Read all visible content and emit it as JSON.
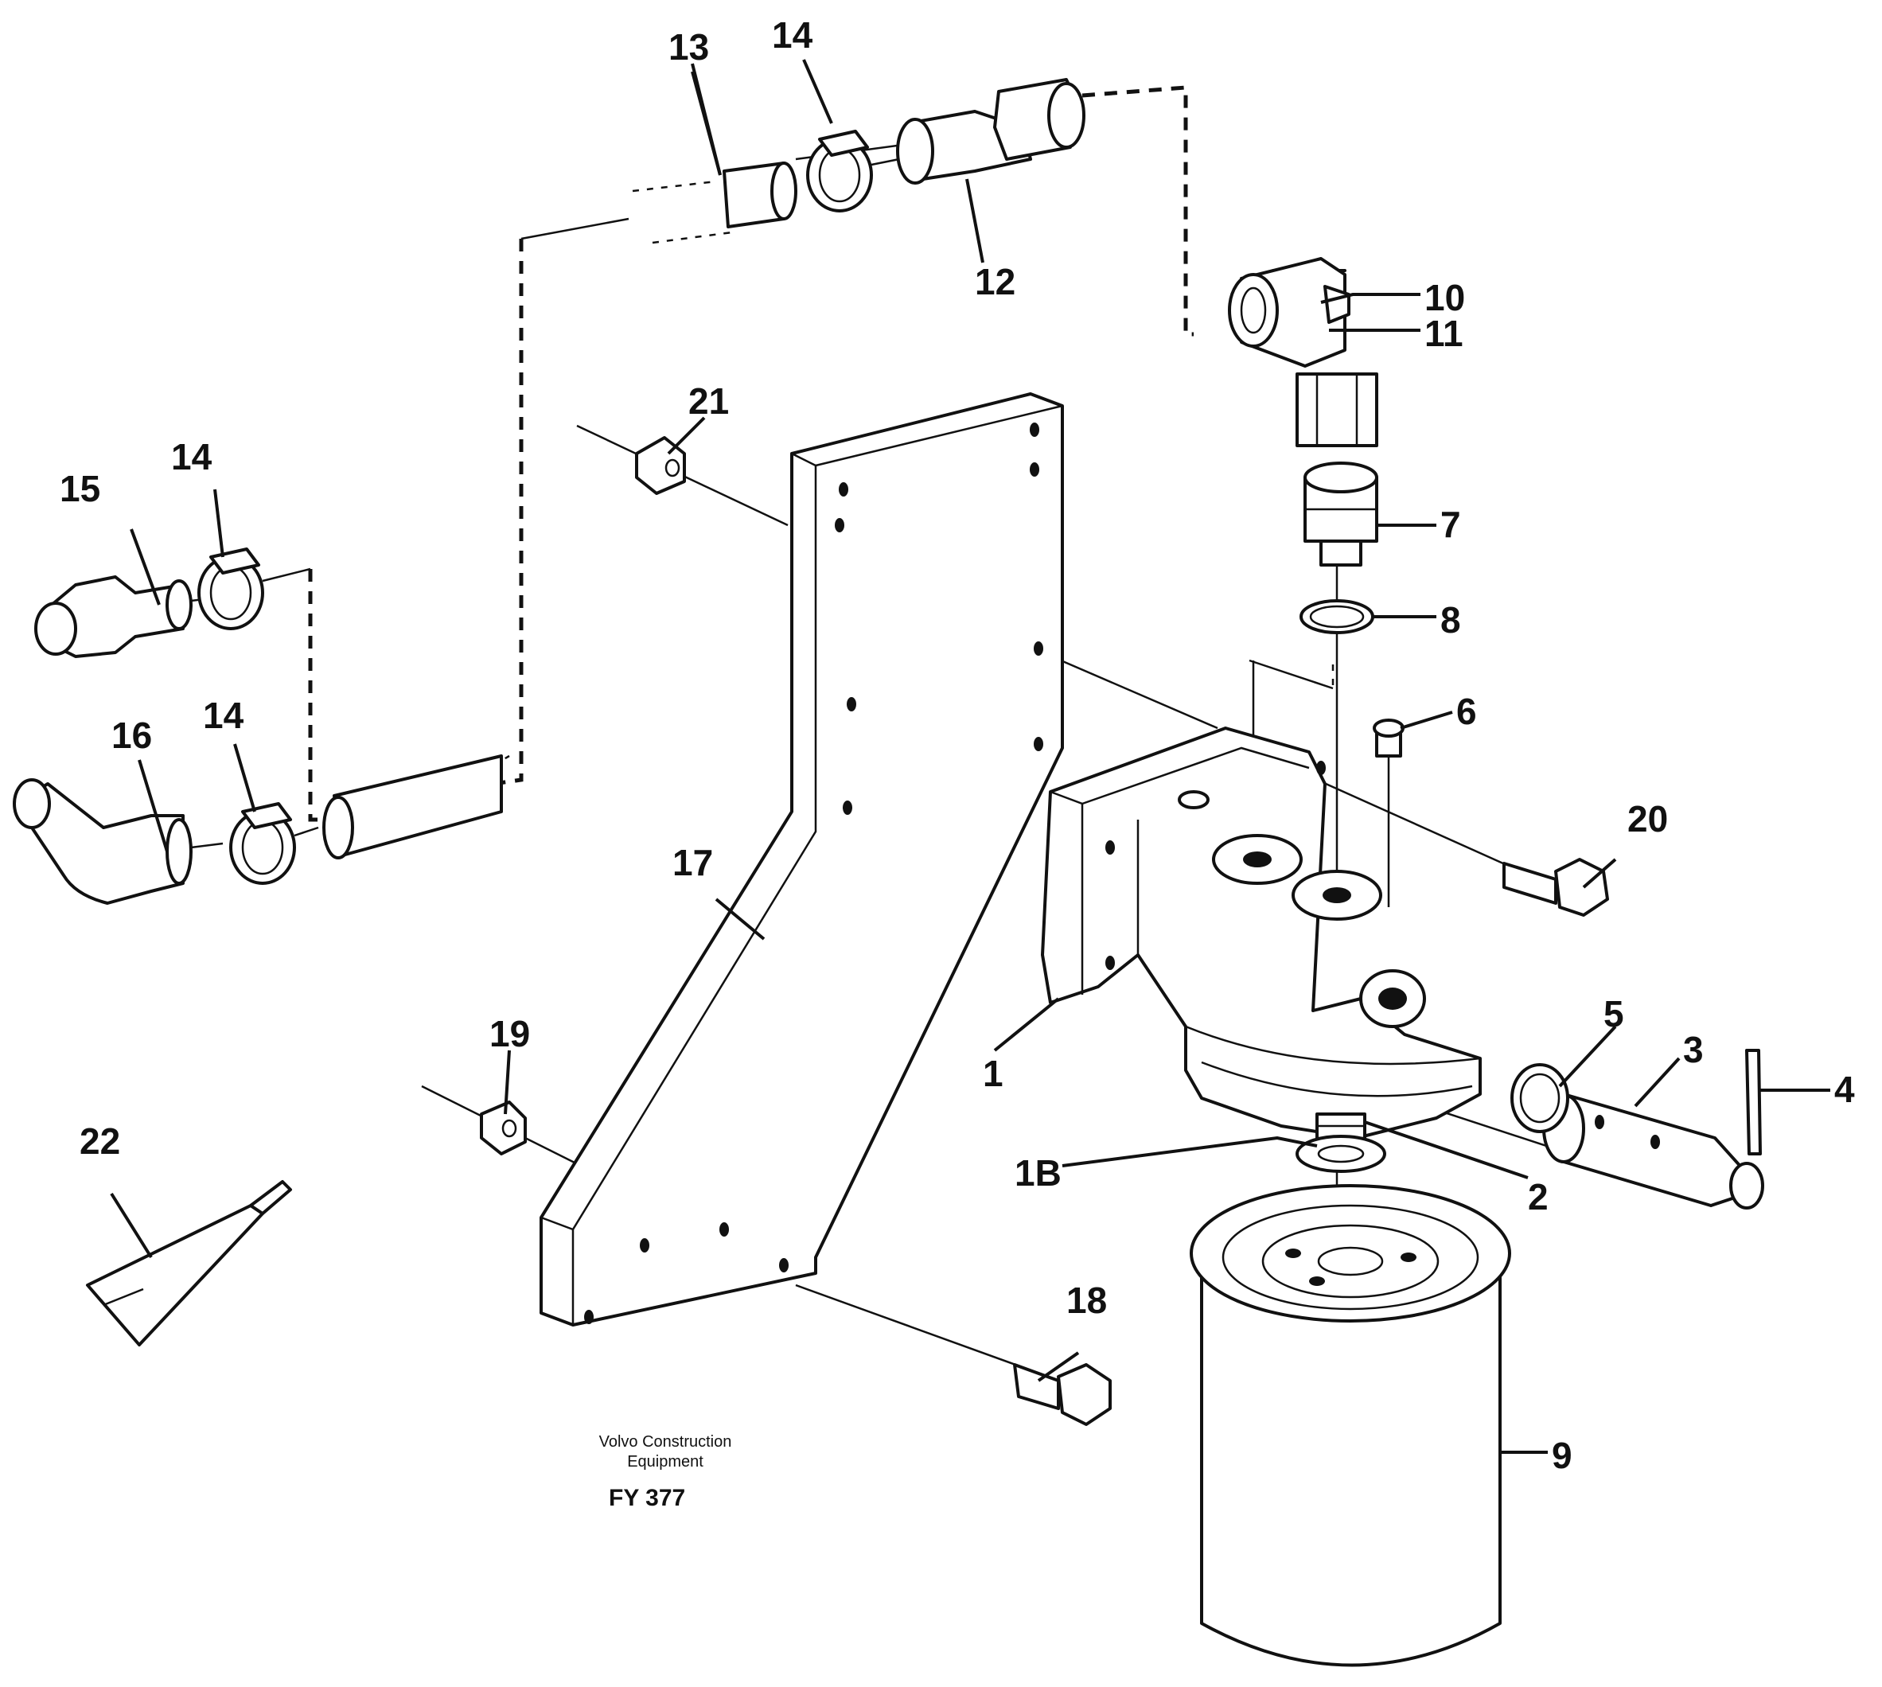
{
  "figure": {
    "caption_line1": "Volvo Construction",
    "caption_line2": "Equipment",
    "drawing_code": "FY 377"
  },
  "callouts": {
    "p1": "1",
    "p1b": "1B",
    "p2": "2",
    "p3": "3",
    "p4": "4",
    "p5": "5",
    "p6": "6",
    "p7": "7",
    "p8": "8",
    "p9": "9",
    "p10": "10",
    "p11": "11",
    "p12": "12",
    "p13": "13",
    "p14a": "14",
    "p14b": "14",
    "p14c": "14",
    "p15": "15",
    "p16": "16",
    "p17": "17",
    "p18": "18",
    "p19": "19",
    "p20": "20",
    "p21": "21",
    "p22": "22"
  }
}
